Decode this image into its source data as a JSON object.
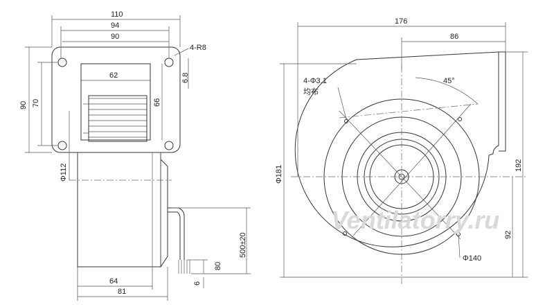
{
  "left_view": {
    "dims": {
      "w110": "110",
      "w94": "94",
      "w90": "90",
      "r8": "4-R8",
      "w62": "62",
      "h6_8": "6.8",
      "h66": "66",
      "h90": "90",
      "h70": "70",
      "d112": "Φ112",
      "h500": "500±20",
      "h80": "80",
      "h6": "6",
      "w64": "64",
      "w81": "81"
    }
  },
  "right_view": {
    "dims": {
      "w176": "176",
      "w86": "86",
      "holes": "4-Φ3.1",
      "holes_note": "均布",
      "angle": "45°",
      "d181": "Φ181",
      "h192": "192",
      "h92": "92",
      "d140": "Φ140"
    }
  },
  "watermark": "Ventilatorry.ru"
}
